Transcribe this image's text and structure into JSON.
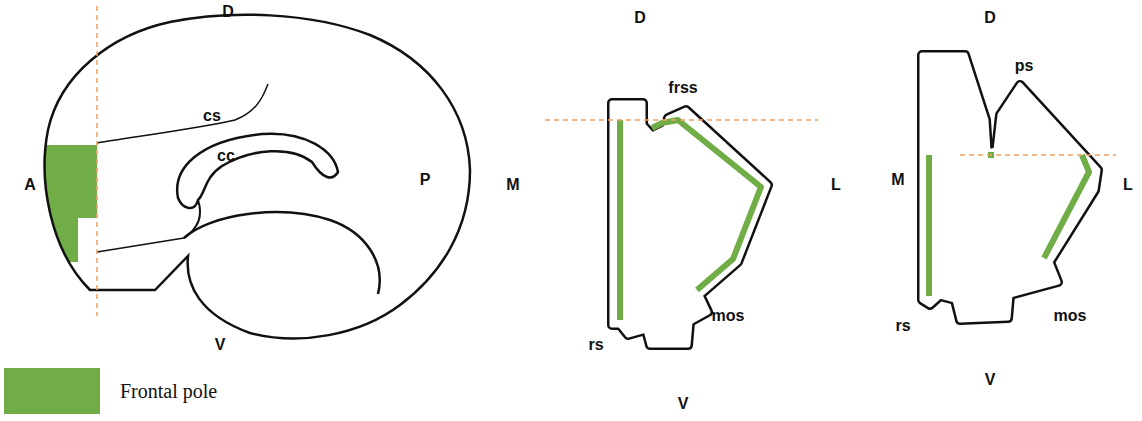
{
  "diagram": {
    "labels": [
      "D",
      "A",
      "P",
      "V",
      "cs",
      "cc",
      "D",
      "frss",
      "M",
      "L",
      "rs",
      "mos",
      "V",
      "D",
      "ps",
      "M",
      "L",
      "rs",
      "mos",
      "V"
    ],
    "legend": [
      {
        "text": "Frontal pole",
        "color": "#70ad47"
      }
    ]
  }
}
